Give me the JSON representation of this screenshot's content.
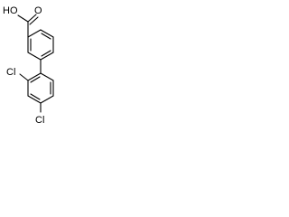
{
  "molecule": {
    "labels": {
      "hydroxyl": "HO",
      "carbonyl_oxygen": "O",
      "chloro_ortho": "Cl",
      "chloro_para": "Cl"
    }
  }
}
